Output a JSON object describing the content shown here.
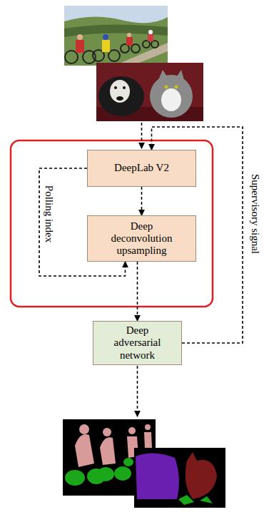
{
  "diagram": {
    "nodes": [
      {
        "text": [
          "DeepLab V2"
        ]
      },
      {
        "text": [
          "Deep deconvolution upsampling"
        ]
      },
      {
        "text": [
          "Deep adversarial network"
        ]
      }
    ],
    "edges": [
      {
        "from": 0,
        "to": 1,
        "arrow": "to"
      },
      {
        "from": 1,
        "to": 2,
        "arrow": "to"
      },
      {
        "from": 0,
        "to": 1,
        "label": "Polling index",
        "arrow": "to"
      },
      {
        "from": 2,
        "to": 0,
        "label": "Supervisory signal",
        "arrow": "to"
      }
    ]
  }
}
